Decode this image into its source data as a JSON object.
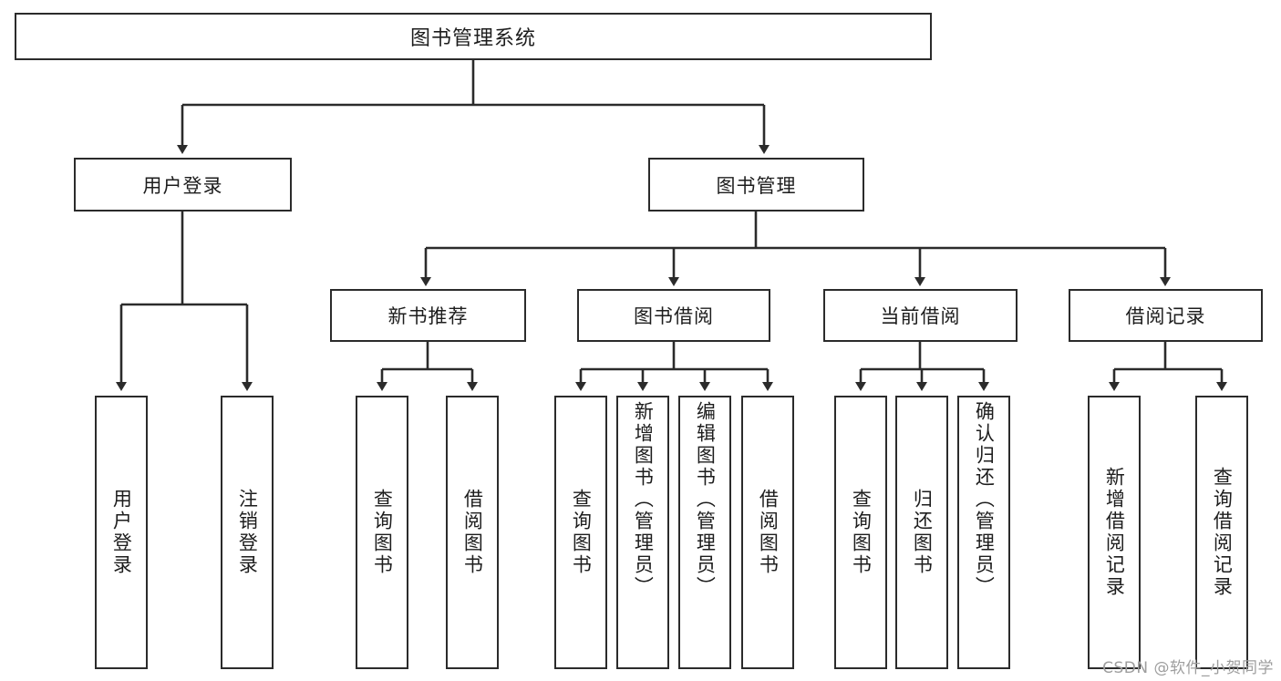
{
  "diagram": {
    "title": "图书管理系统",
    "watermark": "CSDN @软件_小贺同学",
    "colors": {
      "box_border": "#2b2b2b",
      "box_fill": "#ffffff",
      "line": "#2b2b2b",
      "text": "#1d1d1d",
      "watermark": "#9e9e9e"
    },
    "root": {
      "label": "图书管理系统"
    },
    "level2": [
      {
        "label": "用户登录"
      },
      {
        "label": "图书管理"
      }
    ],
    "level3": [
      {
        "label": "新书推荐"
      },
      {
        "label": "图书借阅"
      },
      {
        "label": "当前借阅"
      },
      {
        "label": "借阅记录"
      }
    ],
    "leaves": {
      "user_login": [
        {
          "label": "用户登录"
        },
        {
          "label": "注销登录"
        }
      ],
      "new_book_recommend": [
        {
          "label": "查询图书"
        },
        {
          "label": "借阅图书"
        }
      ],
      "book_borrow": [
        {
          "label": "查询图书"
        },
        {
          "label": "新增图书（管理员）"
        },
        {
          "label": "编辑图书（管理员）"
        },
        {
          "label": "借阅图书"
        }
      ],
      "current_borrow": [
        {
          "label": "查询图书"
        },
        {
          "label": "归还图书"
        },
        {
          "label": "确认归还（管理员）"
        }
      ],
      "borrow_records": [
        {
          "label": "新增借阅记录"
        },
        {
          "label": "查询借阅记录"
        }
      ]
    }
  }
}
